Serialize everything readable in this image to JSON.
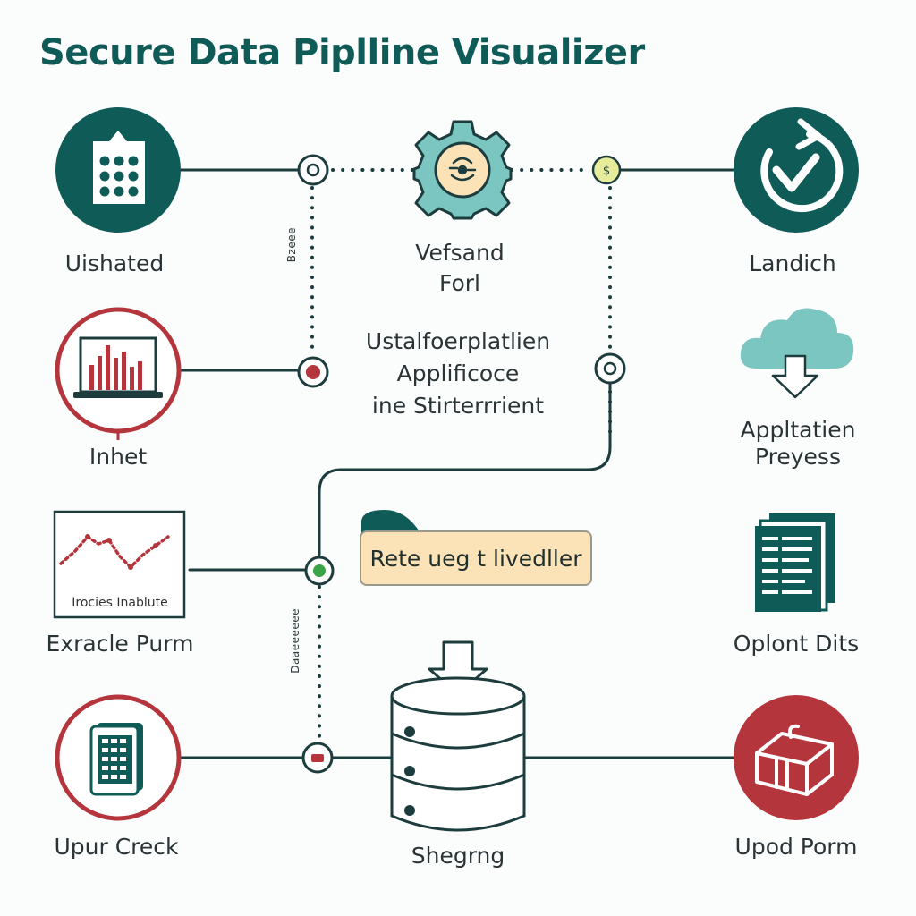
{
  "title": "Secure Data Piplline Visualizer",
  "colors": {
    "teal": "#0f5b58",
    "red": "#b5353d",
    "light_teal": "#7cc6c2",
    "highlight": "#fbe3b7",
    "yellow_green": "#e6ec9a"
  },
  "nodes": {
    "top_left": {
      "label": "Uishated",
      "icon": "clipboard-grid-icon"
    },
    "gear": {
      "label_line1": "Vefsand",
      "label_line2": "Forl",
      "icon": "gear-icon"
    },
    "top_right": {
      "label": "Landich",
      "icon": "refresh-check-icon"
    },
    "analytics": {
      "label": "Inhet",
      "icon": "bar-chart-monitor-icon"
    },
    "cloud": {
      "label_line1": "Appltatien",
      "label_line2": "Preyess",
      "icon": "cloud-download-icon"
    },
    "trend_chart": {
      "label": "Exracle Purm",
      "caption": "Irocies Inablute",
      "icon": "trend-line-chart-icon"
    },
    "document": {
      "label": "Oplont Dits",
      "icon": "document-stack-icon"
    },
    "bottom_left": {
      "label": "Upur Creck",
      "icon": "tablet-grid-icon"
    },
    "database": {
      "label": "Shegrng",
      "icon": "database-download-icon"
    },
    "bottom_right": {
      "label": "Upod Porm",
      "icon": "box-package-icon"
    }
  },
  "center_text": {
    "line1": "Ustalfoerplatlien",
    "line2": "Applificoce",
    "line3": "ine Stirterrrient"
  },
  "callout": {
    "text": "Rete ueg t livedller"
  },
  "vertical_labels": {
    "upper": "Bzeee",
    "lower": "Daaeeeeee"
  },
  "connector_badges": {
    "right_top": "$"
  }
}
